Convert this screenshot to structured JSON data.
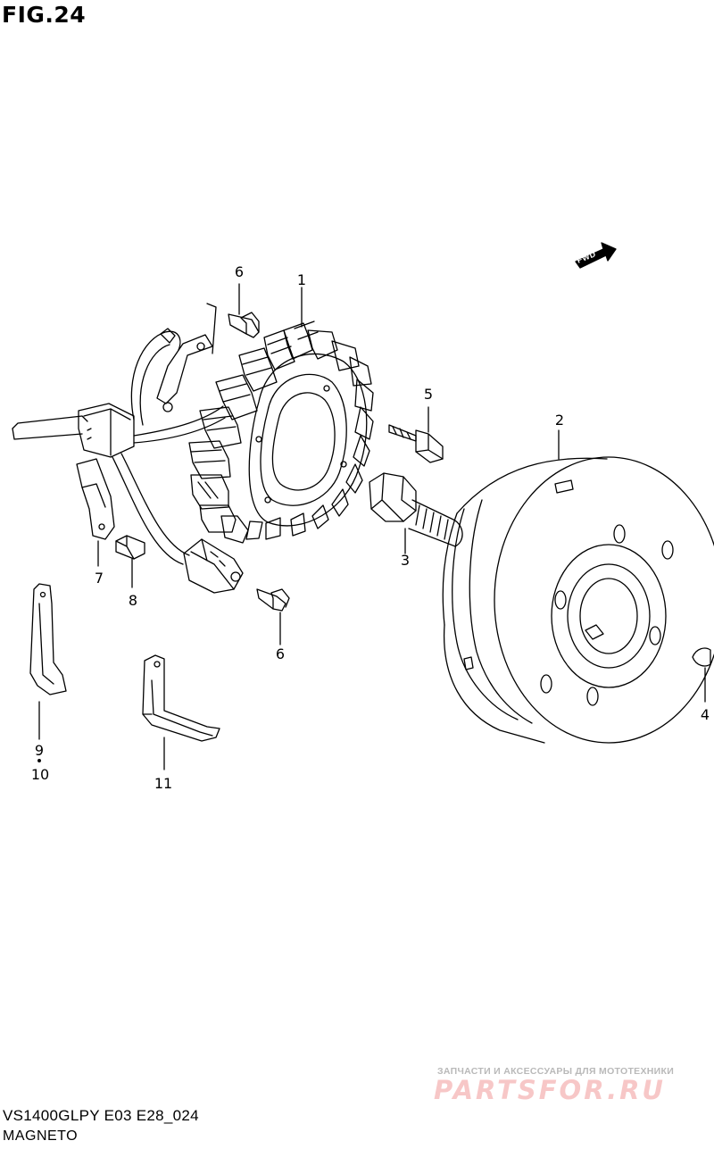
{
  "header": {
    "fig_label": "FIG.24"
  },
  "direction_badge": {
    "label": "FWD",
    "icon": "fwd-arrow-icon"
  },
  "callouts": {
    "c1": "1",
    "c2": "2",
    "c3": "3",
    "c4": "4",
    "c5": "5",
    "c6a": "6",
    "c6b": "6",
    "c7": "7",
    "c8": "8",
    "c9": "9",
    "c10": "10",
    "c11": "11"
  },
  "footer": {
    "model_code": "VS1400GLPY E03 E28_024",
    "section_name": "MAGNETO"
  },
  "watermark": {
    "tagline": "ЗАПЧАСТИ И АКСЕССУАРЫ ДЛЯ МОТОТЕХНИКИ",
    "logo": "PARTSFOR.RU",
    "color": "#e88a8a"
  }
}
